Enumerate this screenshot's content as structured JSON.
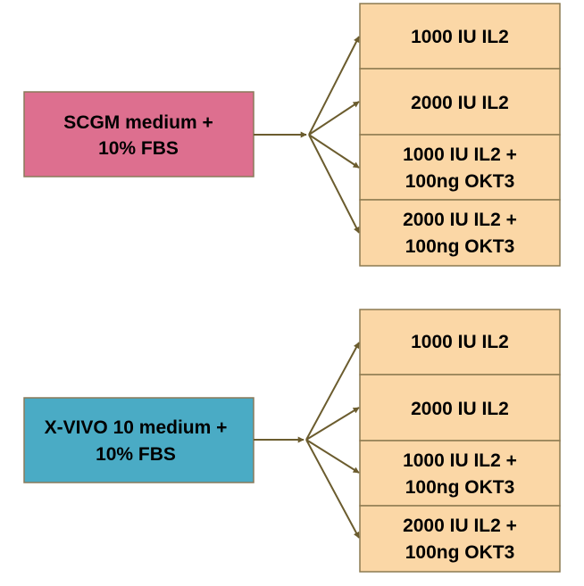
{
  "colors": {
    "source_top_fill": "#dd6f8f",
    "source_bottom_fill": "#4aabc5",
    "source_stroke": "#8a7a5a",
    "condition_fill": "#fbd7a6",
    "condition_stroke": "#8c7a50",
    "arrow": "#6b5c2e"
  },
  "groups": [
    {
      "source": {
        "lines": [
          "SCGM medium +",
          "10% FBS"
        ]
      },
      "conditions": [
        {
          "lines": [
            "1000 IU IL2"
          ]
        },
        {
          "lines": [
            "2000 IU IL2"
          ]
        },
        {
          "lines": [
            "1000 IU IL2 +",
            "100ng OKT3"
          ]
        },
        {
          "lines": [
            "2000 IU IL2 +",
            "100ng OKT3"
          ]
        }
      ]
    },
    {
      "source": {
        "lines": [
          "X-VIVO 10 medium +",
          "10% FBS"
        ]
      },
      "conditions": [
        {
          "lines": [
            "1000 IU IL2"
          ]
        },
        {
          "lines": [
            "2000 IU IL2"
          ]
        },
        {
          "lines": [
            "1000 IU IL2 +",
            "100ng OKT3"
          ]
        },
        {
          "lines": [
            "2000 IU IL2 +",
            "100ng OKT3"
          ]
        }
      ]
    }
  ]
}
